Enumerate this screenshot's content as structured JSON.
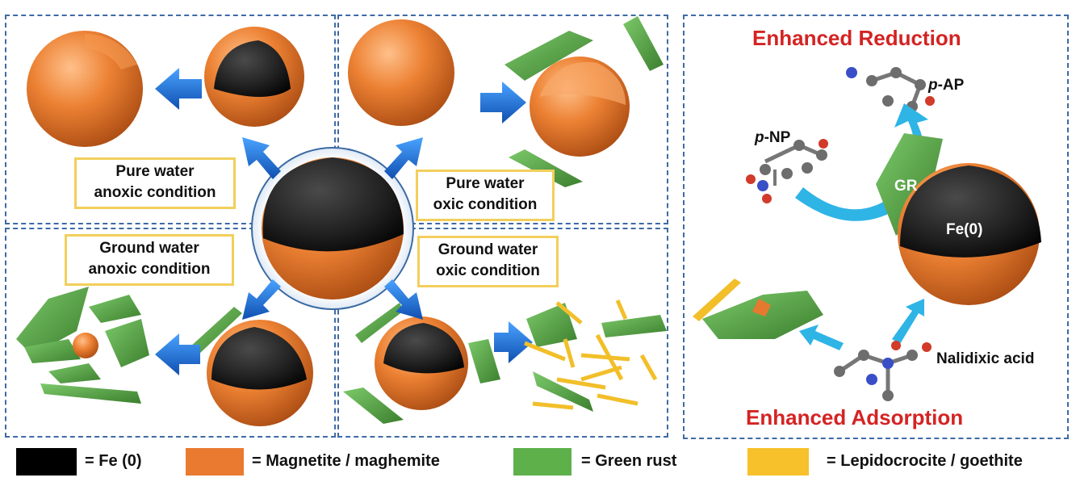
{
  "conditions": {
    "pure_anoxic": [
      "Pure water",
      "anoxic condition"
    ],
    "pure_oxic": [
      "Pure water",
      "oxic condition"
    ],
    "ground_anoxic": [
      "Ground water",
      "anoxic condition"
    ],
    "ground_oxic": [
      "Ground water",
      "oxic condition"
    ]
  },
  "right_panel": {
    "title_top": "Enhanced Reduction",
    "title_bottom": "Enhanced Adsorption",
    "pnp_prefix": "p",
    "pnp_suffix": "-NP",
    "pap_prefix": "p",
    "pap_suffix": "-AP",
    "gr_label": "GR",
    "fe_label": "Fe(0)",
    "nalidixic_label": "Nalidixic acid"
  },
  "legend": [
    {
      "label": "= Fe (0)",
      "color": "#000000"
    },
    {
      "label": "= Magnetite / maghemite",
      "color": "#e97a30"
    },
    {
      "label": "= Green rust",
      "color": "#5db04a"
    },
    {
      "label": "= Lepidocrocite / goethite",
      "color": "#f6c12a"
    }
  ],
  "colors": {
    "fe0": "#1a1a1a",
    "magnetite": "#e57a2e",
    "green_rust": "#4f9a3e",
    "lepidocrocite": "#f2bf2a",
    "arrow_blue": "#1e6fd0",
    "arrow_cyan": "#2fb4e6",
    "panel_border": "#3f6aa6",
    "condition_border": "#f2cf5c",
    "title_red": "#d42323"
  }
}
